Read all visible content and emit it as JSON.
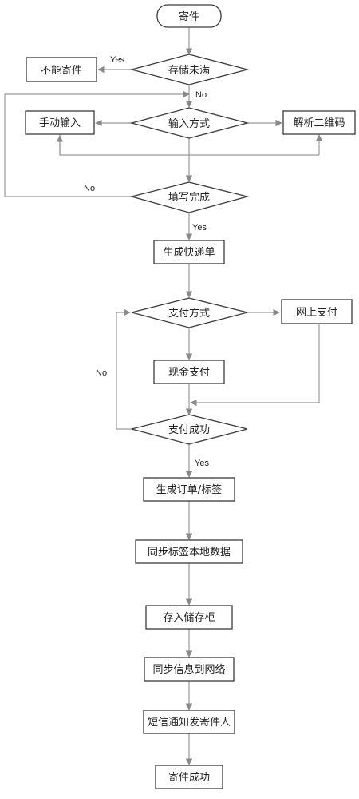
{
  "nodes": {
    "start": "寄件",
    "storage_check": "存储未满",
    "cannot_send": "不能寄件",
    "input_method": "输入方式",
    "manual_input": "手动输入",
    "parse_qr": "解析二维码",
    "fill_done": "填写完成",
    "gen_waybill": "生成快递单",
    "pay_method": "支付方式",
    "online_pay": "网上支付",
    "cash_pay": "现金支付",
    "pay_success": "支付成功",
    "gen_order": "生成订单/标签",
    "sync_label": "同步标签本地数据",
    "store_cabinet": "存入储存柜",
    "sync_network": "同步信息到网络",
    "sms_notify": "短信通知发寄件人",
    "send_success": "寄件成功"
  },
  "edges": {
    "yes_storage": "Yes",
    "no_storage": "No",
    "no_fill": "No",
    "yes_fill": "Yes",
    "no_pay": "No",
    "yes_pay": "Yes"
  }
}
